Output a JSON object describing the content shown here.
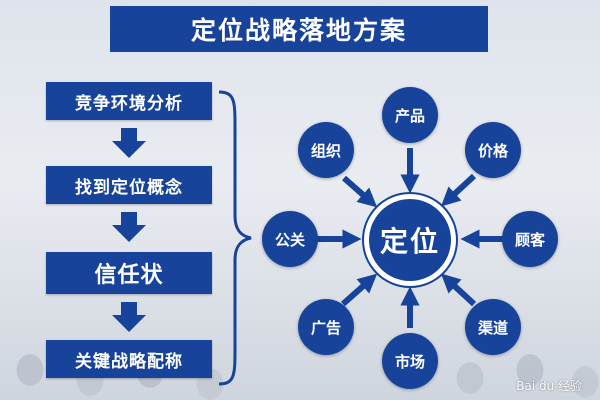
{
  "title": "定位战略落地方案",
  "steps": [
    "竞争环境分析",
    "找到定位概念",
    "信任状",
    "关键战略配称"
  ],
  "center": "定位",
  "nodes": {
    "product": "产品",
    "price": "价格",
    "customer": "顾客",
    "channel": "渠道",
    "market": "市场",
    "advertising": "广告",
    "pr": "公关",
    "organization": "组织"
  },
  "watermark": "Bai du 经验",
  "colors": {
    "primary": "#17439a",
    "background": "#e3e7ee"
  }
}
